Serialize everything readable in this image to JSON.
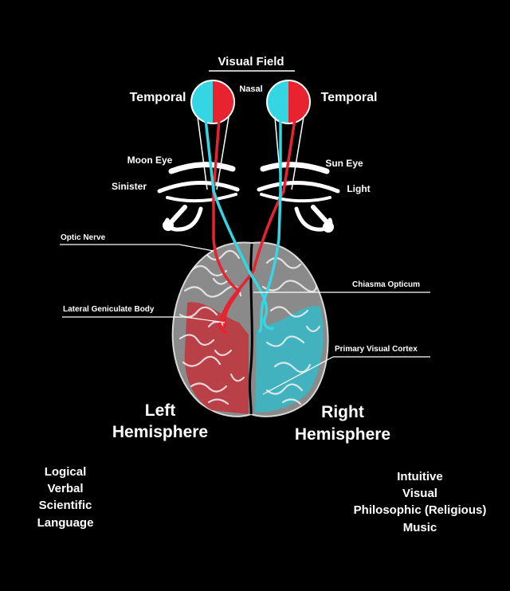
{
  "header": {
    "title": "Visual Field"
  },
  "eyes": {
    "left_label": "Temporal",
    "center_label": "Nasal",
    "right_label": "Temporal"
  },
  "horus": {
    "moon_label": "Moon Eye",
    "sinister_label": "Sinister",
    "sun_label": "Sun Eye",
    "light_label": "Light"
  },
  "callouts": {
    "optic_nerve": "Optic Nerve",
    "chiasma": "Chiasma Opticum",
    "lateral_geniculate": "Lateral Geniculate Body",
    "primary_visual_cortex": "Primary Visual Cortex"
  },
  "hemispheres": {
    "left_line1": "Left",
    "left_line2": "Hemisphere",
    "right_line1": "Right",
    "right_line2": "Hemisphere"
  },
  "traits": {
    "left": [
      "Logical",
      "Verbal",
      "Scientific",
      "Language"
    ],
    "right": [
      "Intuitive",
      "Visual",
      "Philosophic (Religious)",
      "Music"
    ]
  },
  "colors": {
    "background": "#000000",
    "red": "#e8232f",
    "cyan": "#35d6e4",
    "brain": "#cfcfcf"
  }
}
